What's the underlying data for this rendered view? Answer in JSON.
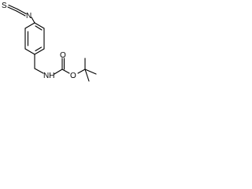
{
  "molecule": {
    "atoms": {
      "sulfur": "S",
      "isothiocyanate_carbon": "C",
      "isothiocyanate_nitrogen": "N",
      "amine_nitrogen": "NH",
      "ester_oxygen": "O",
      "carbonyl_oxygen": "O"
    },
    "colors": {
      "bond": "#000000",
      "label": "#000000",
      "background": "#ffffff"
    }
  }
}
